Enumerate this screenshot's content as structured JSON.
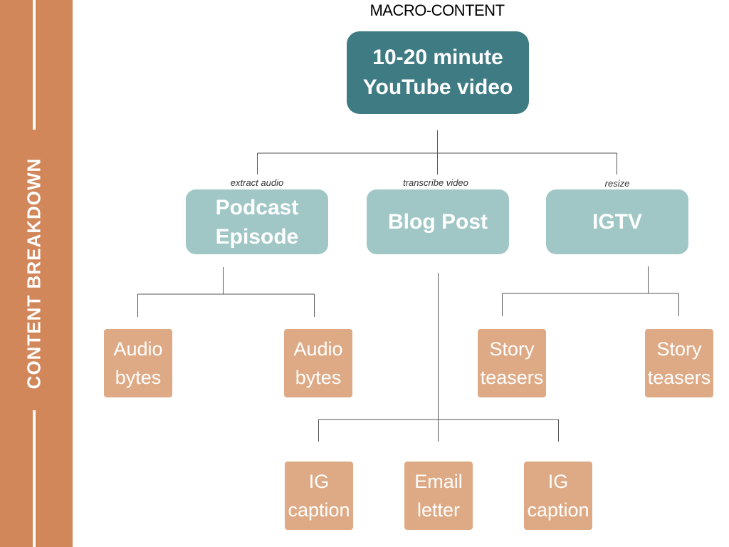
{
  "sidebar": {
    "title": "CONTENT BREAKDOWN"
  },
  "heading": "MACRO-CONTENT",
  "macro": {
    "lines": [
      "10-20 minute",
      "YouTube video"
    ]
  },
  "branches": [
    {
      "edge_label": "extract audio",
      "lines": [
        "Podcast",
        "Episode"
      ]
    },
    {
      "edge_label": "transcribe video",
      "lines": [
        "Blog Post"
      ]
    },
    {
      "edge_label": "resize",
      "lines": [
        "IGTV"
      ]
    }
  ],
  "leaves": {
    "podcast": [
      {
        "lines": [
          "Audio",
          "bytes"
        ]
      },
      {
        "lines": [
          "Audio",
          "bytes"
        ]
      }
    ],
    "igtv": [
      {
        "lines": [
          "Story",
          "teasers"
        ]
      },
      {
        "lines": [
          "Story",
          "teasers"
        ]
      }
    ],
    "blog": [
      {
        "lines": [
          "IG",
          "caption"
        ]
      },
      {
        "lines": [
          "Email",
          "letter"
        ]
      },
      {
        "lines": [
          "IG",
          "caption"
        ]
      }
    ]
  },
  "colors": {
    "sidebar": "#d1875a",
    "macro_node": "#3f7b83",
    "branch_node": "#a0c7c6",
    "leaf_node": "#deaa85",
    "connector": "#555555"
  }
}
